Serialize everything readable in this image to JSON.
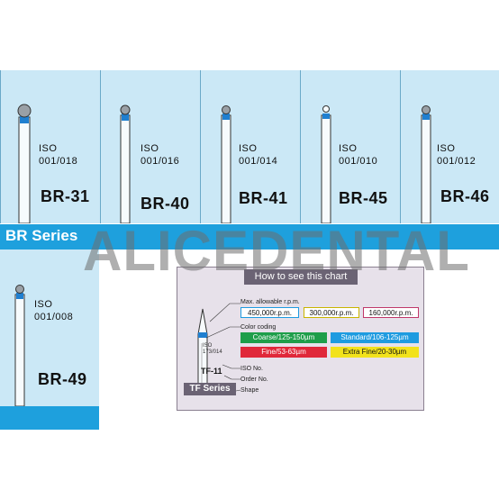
{
  "products": [
    {
      "iso_label": "ISO",
      "iso_number": "001/018",
      "code": "BR-31"
    },
    {
      "iso_label": "ISO",
      "iso_number": "001/016",
      "code": "BR-40"
    },
    {
      "iso_label": "ISO",
      "iso_number": "001/014",
      "code": "BR-41"
    },
    {
      "iso_label": "ISO",
      "iso_number": "001/010",
      "code": "BR-45"
    },
    {
      "iso_label": "ISO",
      "iso_number": "001/012",
      "code": "BR-46"
    }
  ],
  "series_label": "BR Series",
  "extra_product": {
    "iso_label": "ISO",
    "iso_number": "001/008",
    "code": "BR-49"
  },
  "watermark": "ALICEDENTAL",
  "legend": {
    "title": "How to see this chart",
    "max_rpm_label": "Max. allowable r.p.m.",
    "rpm": [
      "450,000r.p.m.",
      "300,000r.p.m.",
      "160,000r.p.m."
    ],
    "color_coding_label": "Color coding",
    "grits": [
      "Coarse/125-150µm",
      "Standard/106-125µm",
      "Fine/53-63µm",
      "Extra Fine/20-30µm"
    ],
    "sample_iso_label": "ISO",
    "sample_iso_number": "173/014",
    "sample_code": "TF-11",
    "iso_no_label": "ISO No.",
    "order_no_label": "Order No.",
    "shape_label": "Shape",
    "sample_series": "TF Series"
  },
  "colors": {
    "cell_bg": "#cbe8f6",
    "series_bar": "#1ea0dd",
    "band_blue": "#1f7fd0",
    "coarse": "#1e9e4a",
    "standard": "#1e9be0",
    "fine": "#e0283a",
    "extra_fine": "#f2e21c"
  }
}
